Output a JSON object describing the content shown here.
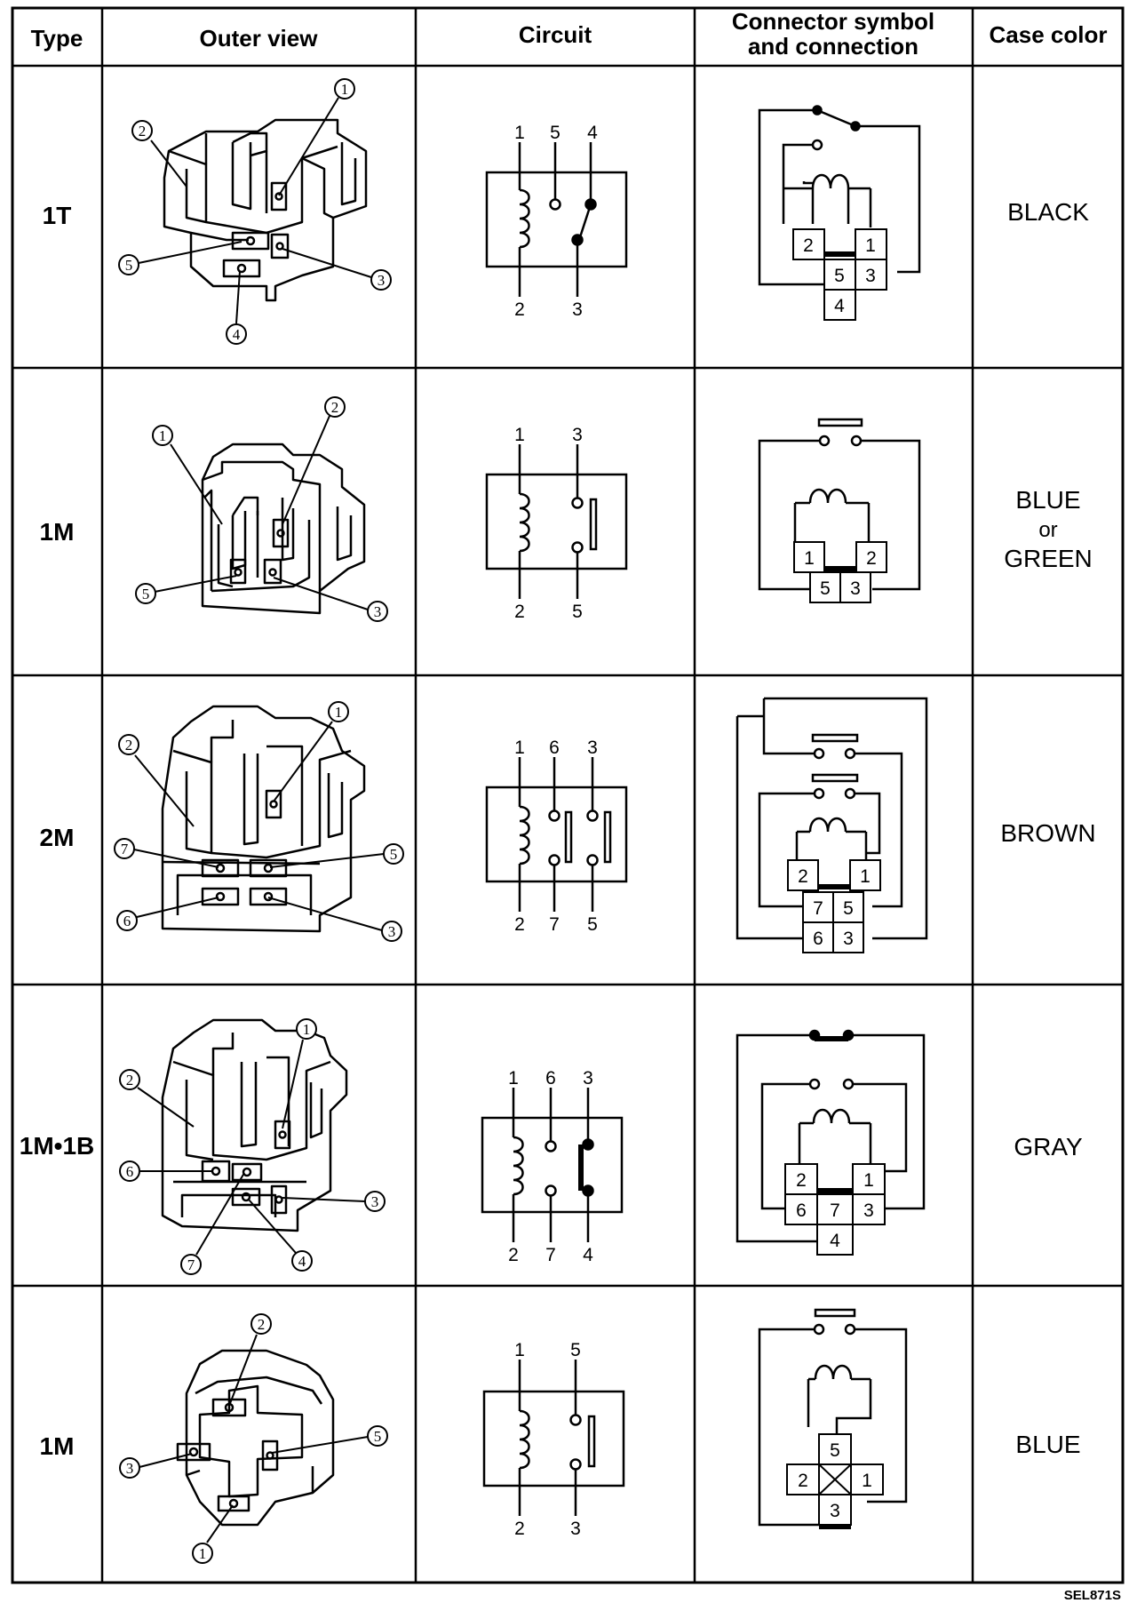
{
  "headers": {
    "type": "Type",
    "outer_view": "Outer view",
    "circuit": "Circuit",
    "connector_line1": "Connector symbol",
    "connector_line2": "and connection",
    "case_color": "Case color"
  },
  "rows": [
    {
      "type": "1T",
      "case_color": [
        "BLACK"
      ],
      "outer_view_labels": [
        "1",
        "2",
        "5",
        "3",
        "4"
      ],
      "circuit_top": [
        "1",
        "5",
        "4"
      ],
      "circuit_bottom": [
        "2",
        "3"
      ],
      "connector_pins": [
        "2",
        "1",
        "5",
        "3",
        "4"
      ]
    },
    {
      "type": "1M",
      "case_color": [
        "BLUE",
        "or",
        "GREEN"
      ],
      "outer_view_labels": [
        "2",
        "1",
        "5",
        "3"
      ],
      "circuit_top": [
        "1",
        "3"
      ],
      "circuit_bottom": [
        "2",
        "5"
      ],
      "connector_pins": [
        "1",
        "2",
        "5",
        "3"
      ]
    },
    {
      "type": "2M",
      "case_color": [
        "BROWN"
      ],
      "outer_view_labels": [
        "1",
        "2",
        "7",
        "5",
        "6",
        "3"
      ],
      "circuit_top": [
        "1",
        "6",
        "3"
      ],
      "circuit_bottom": [
        "2",
        "7",
        "5"
      ],
      "connector_pins": [
        "2",
        "1",
        "7",
        "5",
        "6",
        "3"
      ]
    },
    {
      "type": "1M•1B",
      "case_color": [
        "GRAY"
      ],
      "outer_view_labels": [
        "1",
        "2",
        "6",
        "3",
        "7",
        "4"
      ],
      "circuit_top": [
        "1",
        "6",
        "3"
      ],
      "circuit_bottom": [
        "2",
        "7",
        "4"
      ],
      "connector_pins": [
        "2",
        "1",
        "6",
        "7",
        "3",
        "4"
      ]
    },
    {
      "type": "1M",
      "case_color": [
        "BLUE"
      ],
      "outer_view_labels": [
        "2",
        "5",
        "3",
        "1"
      ],
      "circuit_top": [
        "1",
        "5"
      ],
      "circuit_bottom": [
        "2",
        "3"
      ],
      "connector_pins": [
        "5",
        "2",
        "1",
        "3"
      ]
    }
  ],
  "figure_code": "SEL871S"
}
